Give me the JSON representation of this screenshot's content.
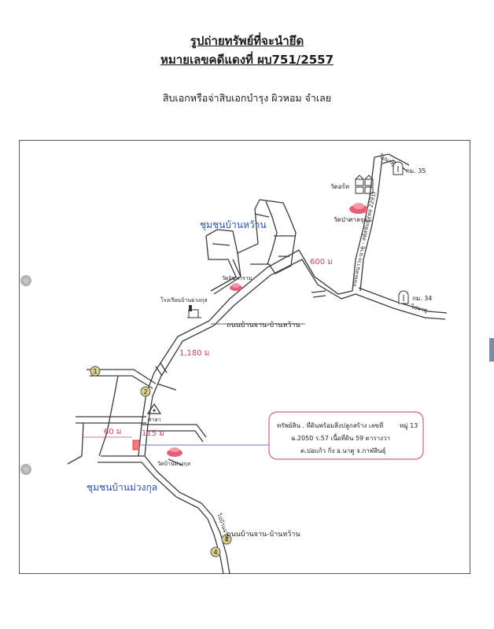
{
  "header": {
    "title_line1": "รูปถ่ายทรัพย์ที่จะนำยึด",
    "title_line2": "หมายเลขคดีแดงที่ ผบ751/2557",
    "officer": "สิบเอกหรือจ่าสิบเอกบำรุง ผิวหอม  จำเลย"
  },
  "map": {
    "labels": {
      "community_north": "ชุมชนบ้านหว้าน",
      "community_south": "ชุมชนบ้านม่วงกุล",
      "wat_temple": "วัดอร์ท",
      "wat_pa": "วัดป่าศาลจุดม",
      "wat_upper": "วัดอินทาราม",
      "school": "โรงเรียนบ้านม่วงกุล",
      "wat_muang": "วัดบ้านม่วงกุล",
      "sala": "ศาลา",
      "road_main": "ถนนบ้านจาน-บ้านหว้าน",
      "road_south": "ถนนบ้านจาน-บ้านหว้าน",
      "highway_vertical": "ถนนเหนาวง-นาคู - สหัสขันธ์ (ทล 2291)",
      "road_east_top": "ไปนาคู",
      "road_east_bottom": "ไปนาคู",
      "road_south_vertical": "ไปบ้านจาน",
      "km35": "กม. 35",
      "km34": "กม. 34"
    },
    "distances": {
      "d600": "600 ม",
      "d1180": "1,180 ม",
      "d60": "60 ม",
      "d115": "115 ม"
    },
    "markers": {
      "m1": "1",
      "m2": "2",
      "m4a": "4",
      "m4b": "4"
    },
    "property_box": {
      "line1_prefix": "ทรัพย์สิน . ที่ดินพร้อมสิ่งปลูกสร้าง เลขที่",
      "line1_moo": "หมู่ 13",
      "line2": "ฉ.2050 ร.57 เนื้อที่ดิน 59  ตารางวา",
      "line3": "ต.ปอแก้ว กิ่ง อ.นาคู  จ.กาฬสินธุ์"
    },
    "colors": {
      "blue": "#2a4fa8",
      "red": "#c7425f",
      "property_fill": "#f07b7b",
      "marker_fill": "#d8cf86"
    }
  }
}
